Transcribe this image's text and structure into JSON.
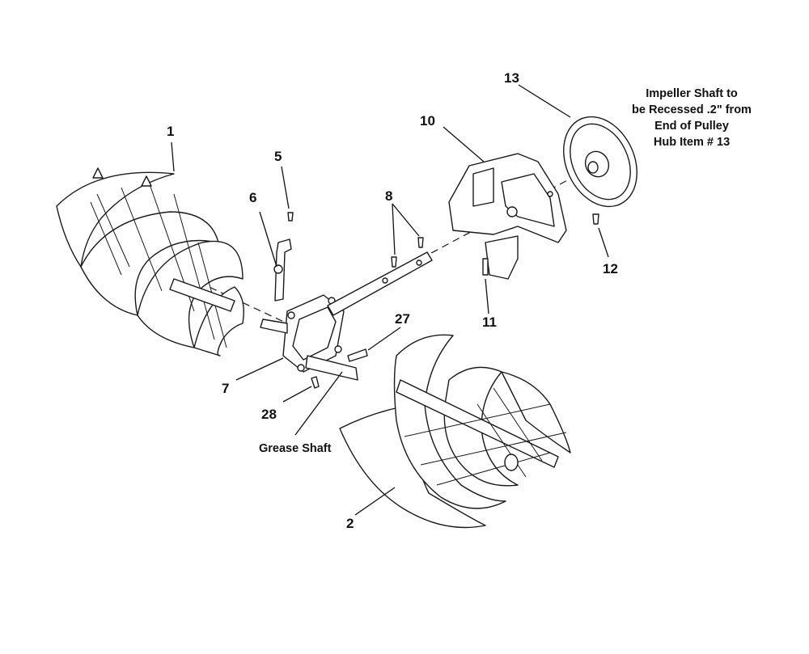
{
  "callouts": [
    {
      "id": "c1",
      "label": "1"
    },
    {
      "id": "c2",
      "label": "2"
    },
    {
      "id": "c5",
      "label": "5"
    },
    {
      "id": "c6",
      "label": "6"
    },
    {
      "id": "c7",
      "label": "7"
    },
    {
      "id": "c8",
      "label": "8"
    },
    {
      "id": "c10",
      "label": "10"
    },
    {
      "id": "c11",
      "label": "11"
    },
    {
      "id": "c12",
      "label": "12"
    },
    {
      "id": "c13",
      "label": "13"
    },
    {
      "id": "c27",
      "label": "27"
    },
    {
      "id": "c28",
      "label": "28"
    }
  ],
  "notes": {
    "grease_shaft": "Grease Shaft",
    "impeller_note_lines": [
      "Impeller Shaft to",
      "be Recessed .2\" from",
      "End of Pulley",
      "Hub Item # 13"
    ]
  }
}
